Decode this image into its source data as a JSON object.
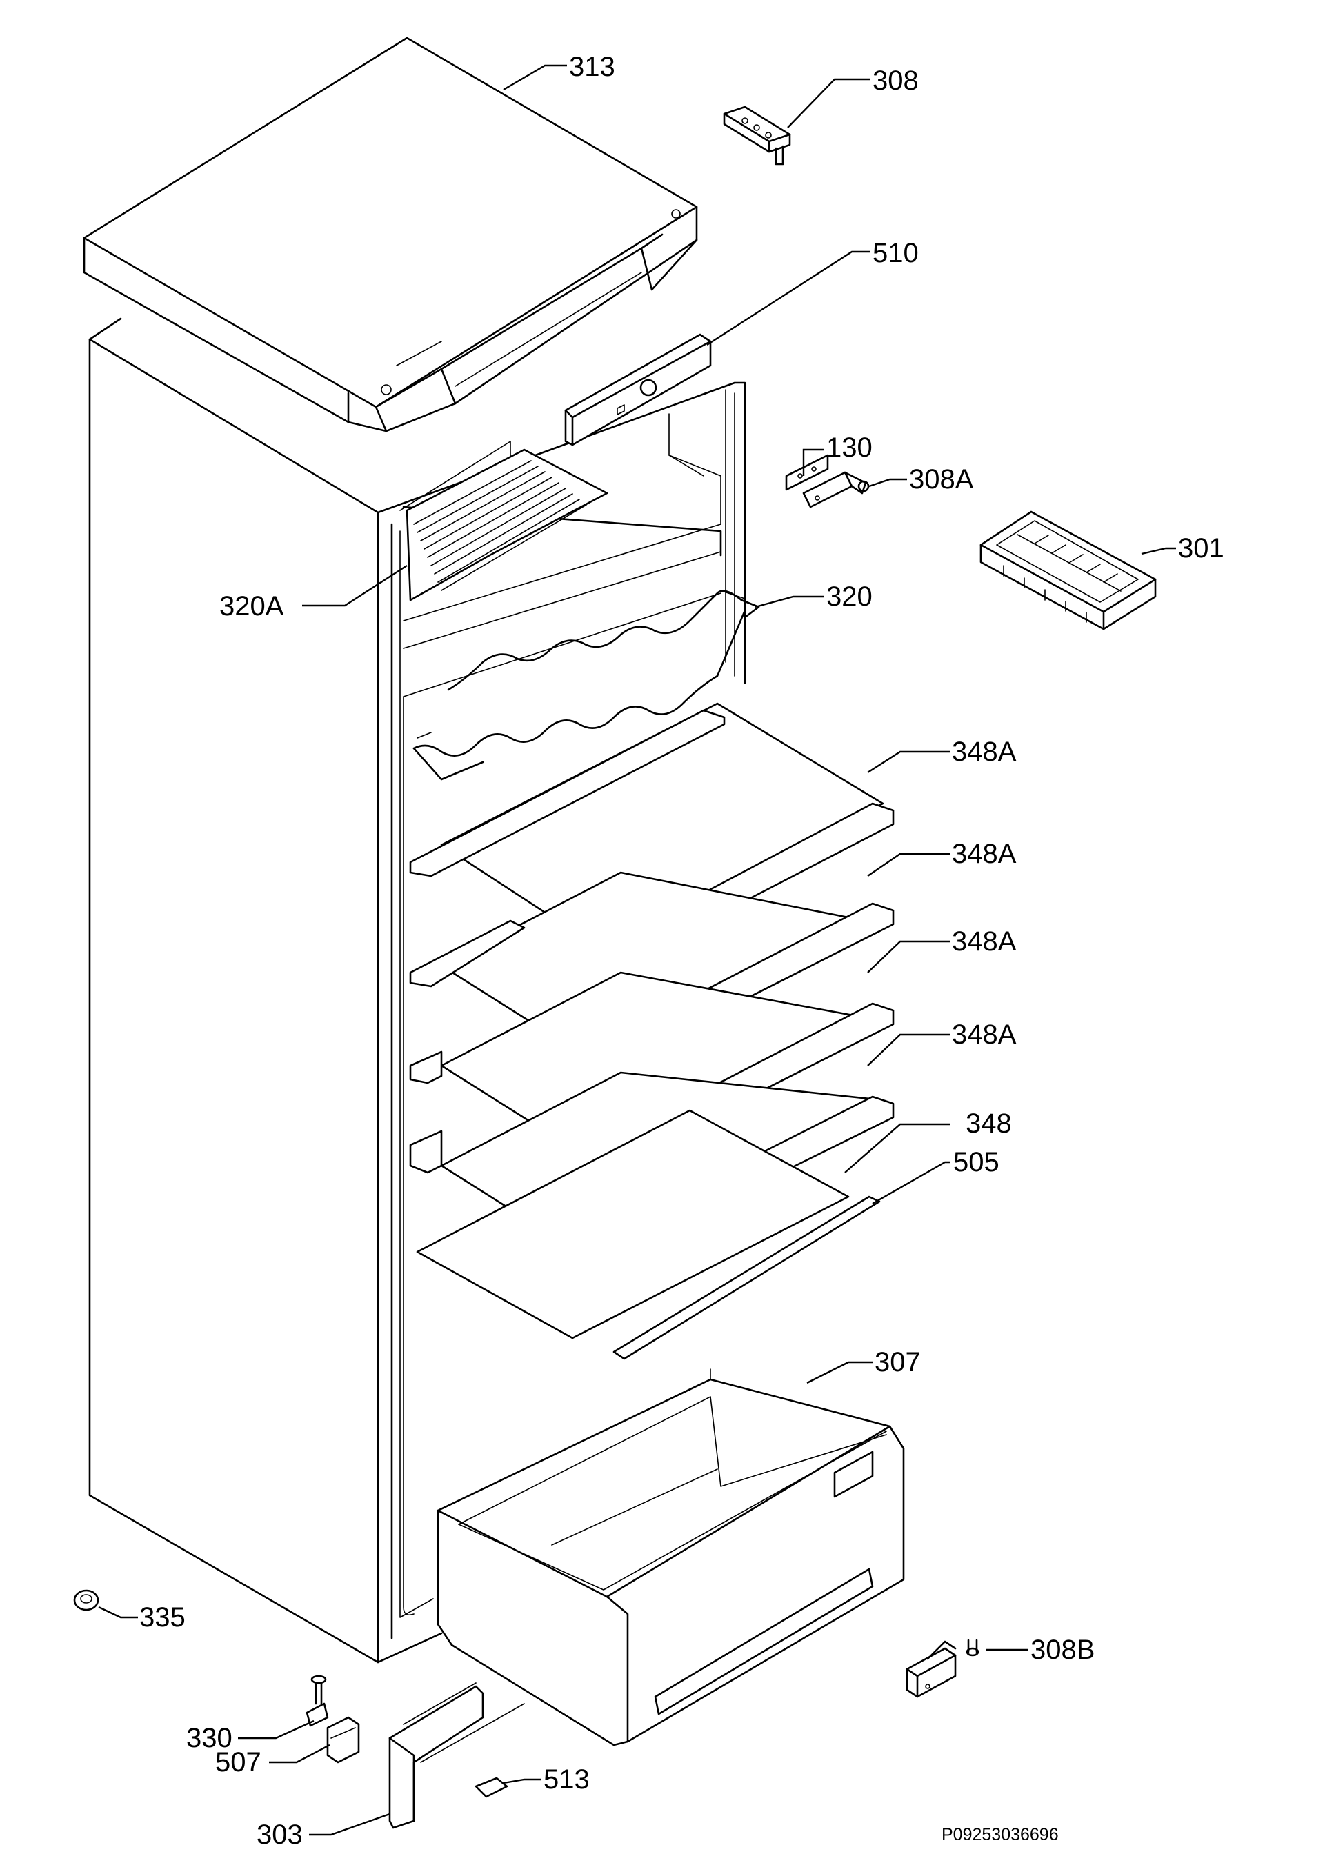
{
  "diagram": {
    "reference_code": "P09253036696",
    "labels": {
      "313": "313",
      "308": "308",
      "510": "510",
      "130": "130",
      "308A": "308A",
      "301": "301",
      "320A": "320A",
      "320": "320",
      "348A_1": "348A",
      "348A_2": "348A",
      "348A_3": "348A",
      "348A_4": "348A",
      "348": "348",
      "505": "505",
      "307": "307",
      "335": "335",
      "308B": "308B",
      "330": "330",
      "507": "507",
      "303": "303",
      "513": "513"
    }
  }
}
